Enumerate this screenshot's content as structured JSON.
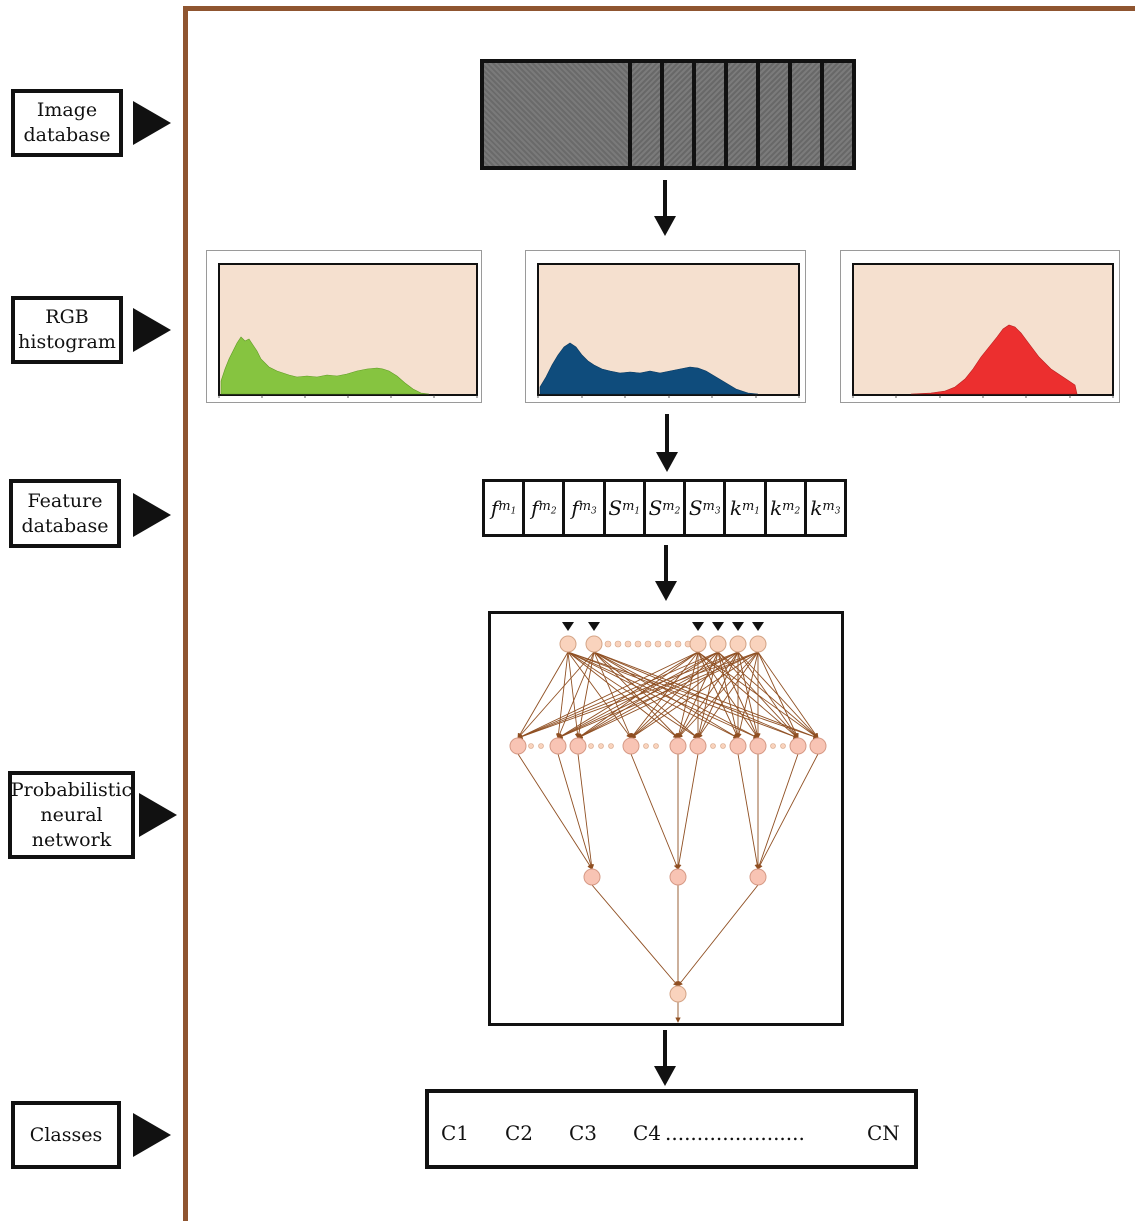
{
  "stages": [
    {
      "id": "image-database",
      "lines": [
        "Image",
        "database"
      ]
    },
    {
      "id": "rgb-histogram",
      "lines": [
        "RGB",
        "histogram"
      ]
    },
    {
      "id": "feature-database",
      "lines": [
        "Feature",
        "database"
      ]
    },
    {
      "id": "probabilistic-neural-network",
      "lines": [
        "Probabilistic",
        "neural",
        "network"
      ]
    },
    {
      "id": "classes",
      "lines": [
        "Classes"
      ]
    }
  ],
  "colors": {
    "frame": "#8f5530",
    "histogram_bg": "#f5e0cf",
    "green": "#86c440",
    "blue": "#0f4c7c",
    "red": "#ec2f2f",
    "node": "#f9d3bd",
    "edge": "#8f4f22"
  },
  "features": [
    {
      "symbol": "f",
      "sub": "m",
      "idx": "1"
    },
    {
      "symbol": "f",
      "sub": "m",
      "idx": "2"
    },
    {
      "symbol": "f",
      "sub": "m",
      "idx": "3"
    },
    {
      "symbol": "S",
      "sub": "m",
      "idx": "1"
    },
    {
      "symbol": "S",
      "sub": "m",
      "idx": "2"
    },
    {
      "symbol": "S",
      "sub": "m",
      "idx": "3"
    },
    {
      "symbol": "k",
      "sub": "m",
      "idx": "1"
    },
    {
      "symbol": "k",
      "sub": "m",
      "idx": "2"
    },
    {
      "symbol": "k",
      "sub": "m",
      "idx": "3"
    }
  ],
  "classes": {
    "items": [
      "C1",
      "C2",
      "C3",
      "C4"
    ],
    "dots": "......................",
    "last": "CN"
  }
}
